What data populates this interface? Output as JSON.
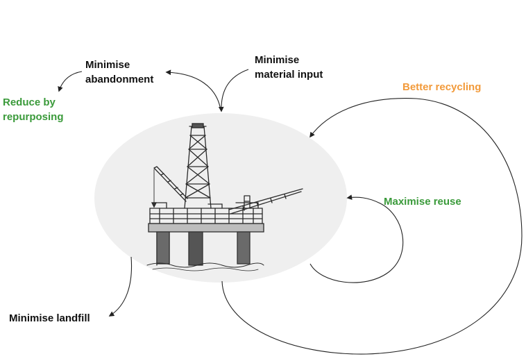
{
  "labels": {
    "minimise_abandonment": [
      "Minimise",
      "abandonment"
    ],
    "minimise_material_input": [
      "Minimise",
      "material input"
    ],
    "reduce_by_repurposing": [
      "Reduce by",
      "repurposing"
    ],
    "better_recycling": "Better recycling",
    "maximise_reuse": "Maximise reuse",
    "minimise_landfill": "Minimise landfill"
  },
  "colors": {
    "black_text": "#111111",
    "green": "#3a9a3a",
    "orange": "#f29a3a",
    "ellipse_fill": "#efefef",
    "arrow": "#222222"
  },
  "icons": {
    "center": "oil-rig-sketch"
  }
}
